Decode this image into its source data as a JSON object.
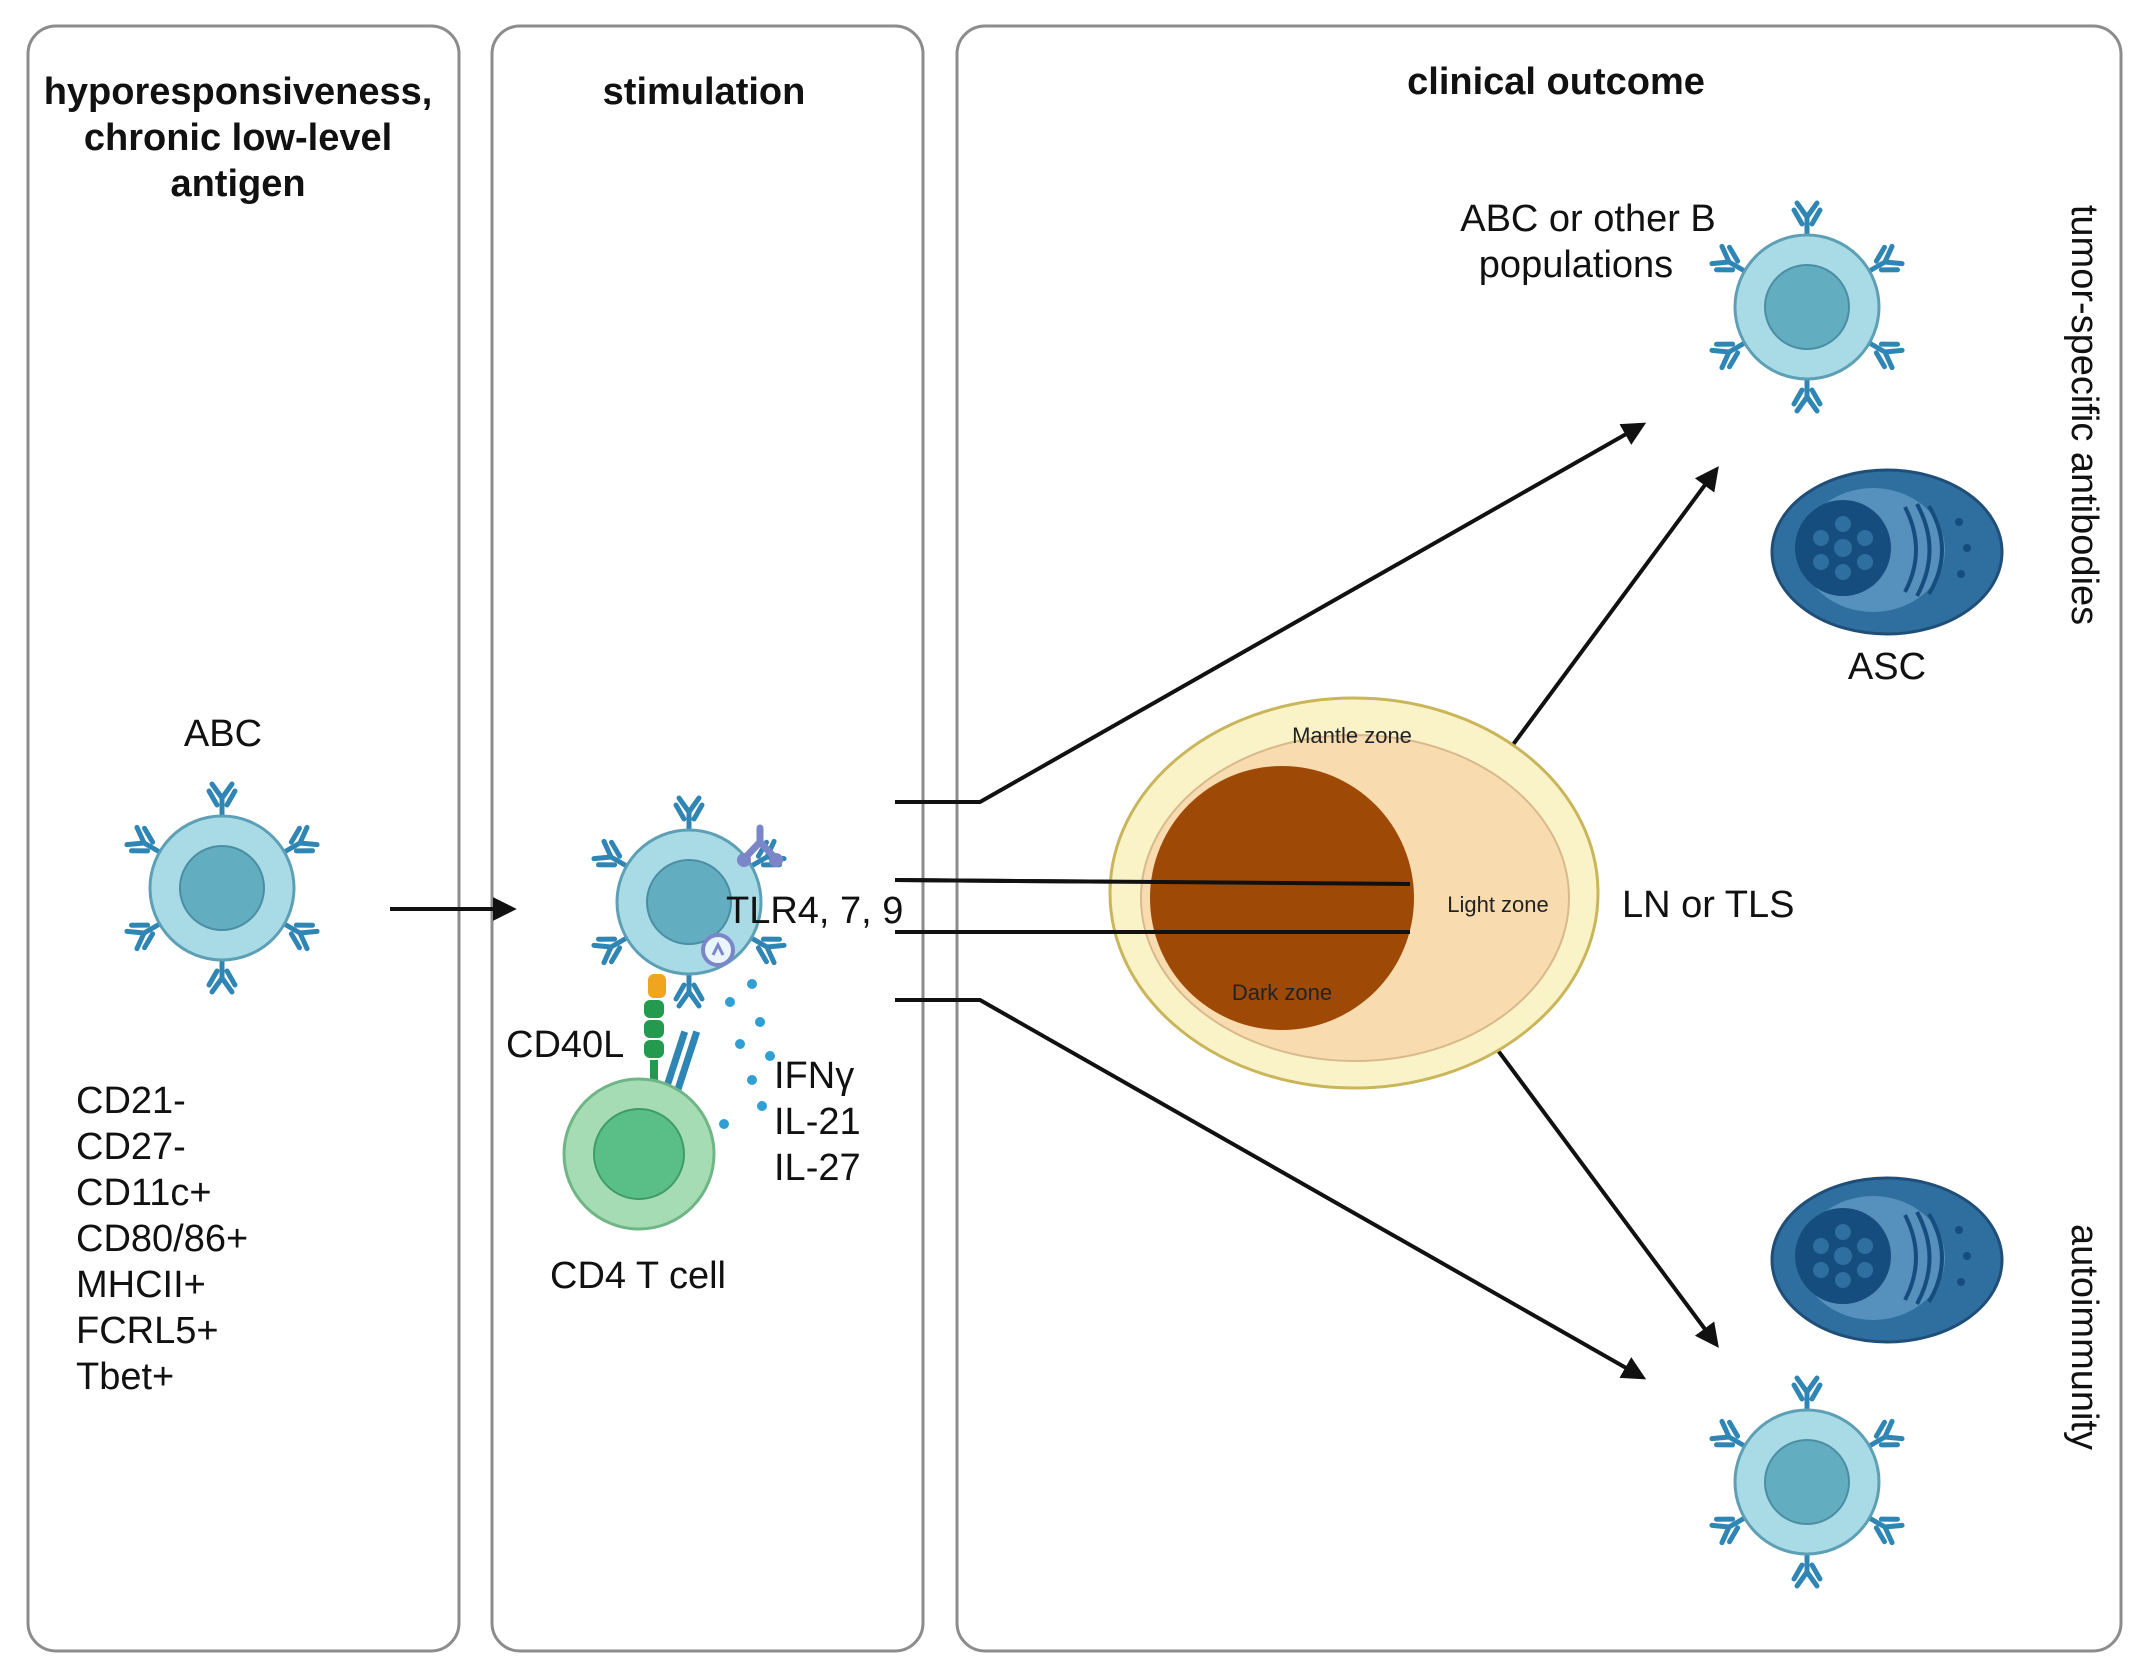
{
  "panels": {
    "left_title": [
      "hyporesponsiveness,",
      "chronic low-level",
      "antigen"
    ],
    "middle_title": "stimulation",
    "right_title": "clinical outcome"
  },
  "left": {
    "cell_label": "ABC",
    "markers": [
      "CD21-",
      "CD27-",
      "CD11c+",
      "CD80/86+",
      "MHCII+",
      "FCRL5+",
      "Tbet+"
    ]
  },
  "middle": {
    "tlr_label": "TLR4, 7, 9",
    "cd40l_label": "CD40L",
    "cytokines": [
      "IFNγ",
      "IL-21",
      "IL-27"
    ],
    "tcell_label": "CD4 T cell"
  },
  "right": {
    "top_population": [
      "ABC or other B",
      "populations"
    ],
    "asc_label": "ASC",
    "mantle_zone": "Mantle zone",
    "light_zone": "Light zone",
    "dark_zone": "Dark zone",
    "follicle_label": "LN or TLS",
    "outcome_top": "tumor-specific antibodies",
    "outcome_bottom": "autoimmunity"
  },
  "colors": {
    "bcell_body": "#a9dbe6",
    "bcell_nucleus": "#62aec0",
    "antibody": "#2f86b4",
    "tcell_body": "#a6dcb4",
    "tcell_nucleus": "#5abf86",
    "asc_body": "#2f6f9f",
    "mantle_zone": "#fbf3c8",
    "light_zone": "#f8dcb0",
    "dark_zone": "#9e4a06",
    "arrow": "#111111"
  }
}
